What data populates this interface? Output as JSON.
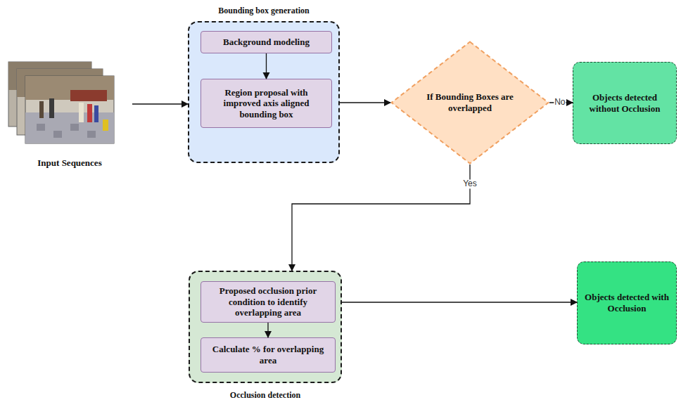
{
  "diagram": {
    "nodes": [
      {
        "text": [
          "Input Sequences"
        ]
      },
      {
        "text": [
          "Bounding box generation"
        ]
      },
      {
        "text": [
          "Background modeling"
        ],
        "in": 1
      },
      {
        "text": [
          "Region proposal with improved axis aligned bounding box"
        ],
        "in": 1
      },
      {
        "text": [
          "If Bounding Boxes are overlapped"
        ]
      },
      {
        "text": [
          "Objects detected without Occlusion"
        ]
      },
      {
        "text": [
          "Occlusion detection"
        ]
      },
      {
        "text": [
          "Proposed occlusion prior condition to identify overlapping area"
        ],
        "in": 6
      },
      {
        "text": [
          "Calculate % for overlapping area"
        ],
        "in": 6
      },
      {
        "text": [
          "Objects detected with Occlusion"
        ]
      }
    ],
    "edges": [
      {
        "from": 0,
        "to": 1,
        "arrow": "to"
      },
      {
        "from": 2,
        "to": 3,
        "arrow": "to"
      },
      {
        "from": 1,
        "to": 4,
        "arrow": "to"
      },
      {
        "from": 4,
        "to": 5,
        "label": "No",
        "arrow": "to"
      },
      {
        "from": 4,
        "to": 6,
        "label": "Yes",
        "arrow": "to"
      },
      {
        "from": 7,
        "to": 8,
        "arrow": "to"
      },
      {
        "from": 6,
        "to": 9,
        "arrow": "to"
      }
    ]
  }
}
